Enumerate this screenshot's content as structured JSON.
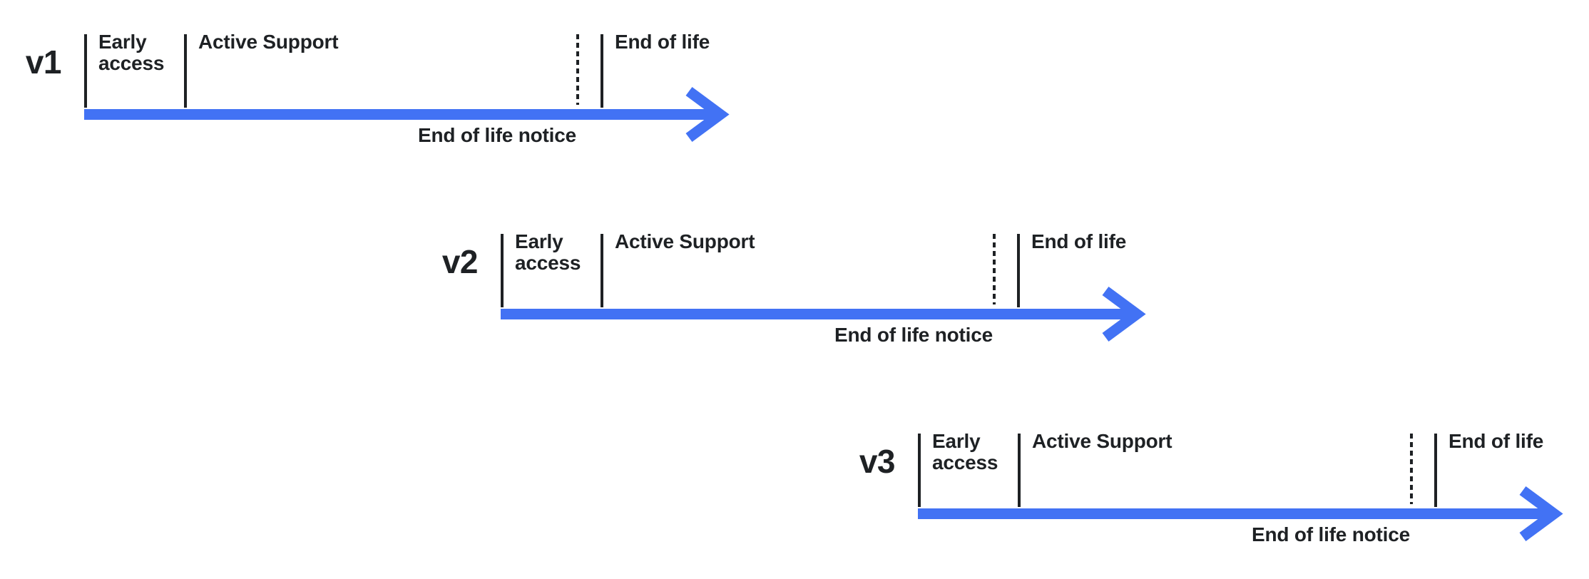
{
  "colors": {
    "arrow": "#4272F4",
    "ink": "#1E2124"
  },
  "icons": {
    "timeline_arrow": "right-arrow"
  },
  "timelines": [
    {
      "version": "v1",
      "phases": {
        "early": "Early\naccess",
        "active": "Active Support",
        "eol": "End of life"
      },
      "notice": "End of life notice"
    },
    {
      "version": "v2",
      "phases": {
        "early": "Early\naccess",
        "active": "Active Support",
        "eol": "End of life"
      },
      "notice": "End of life notice"
    },
    {
      "version": "v3",
      "phases": {
        "early": "Early\naccess",
        "active": "Active Support",
        "eol": "End of life"
      },
      "notice": "End of life notice"
    }
  ]
}
